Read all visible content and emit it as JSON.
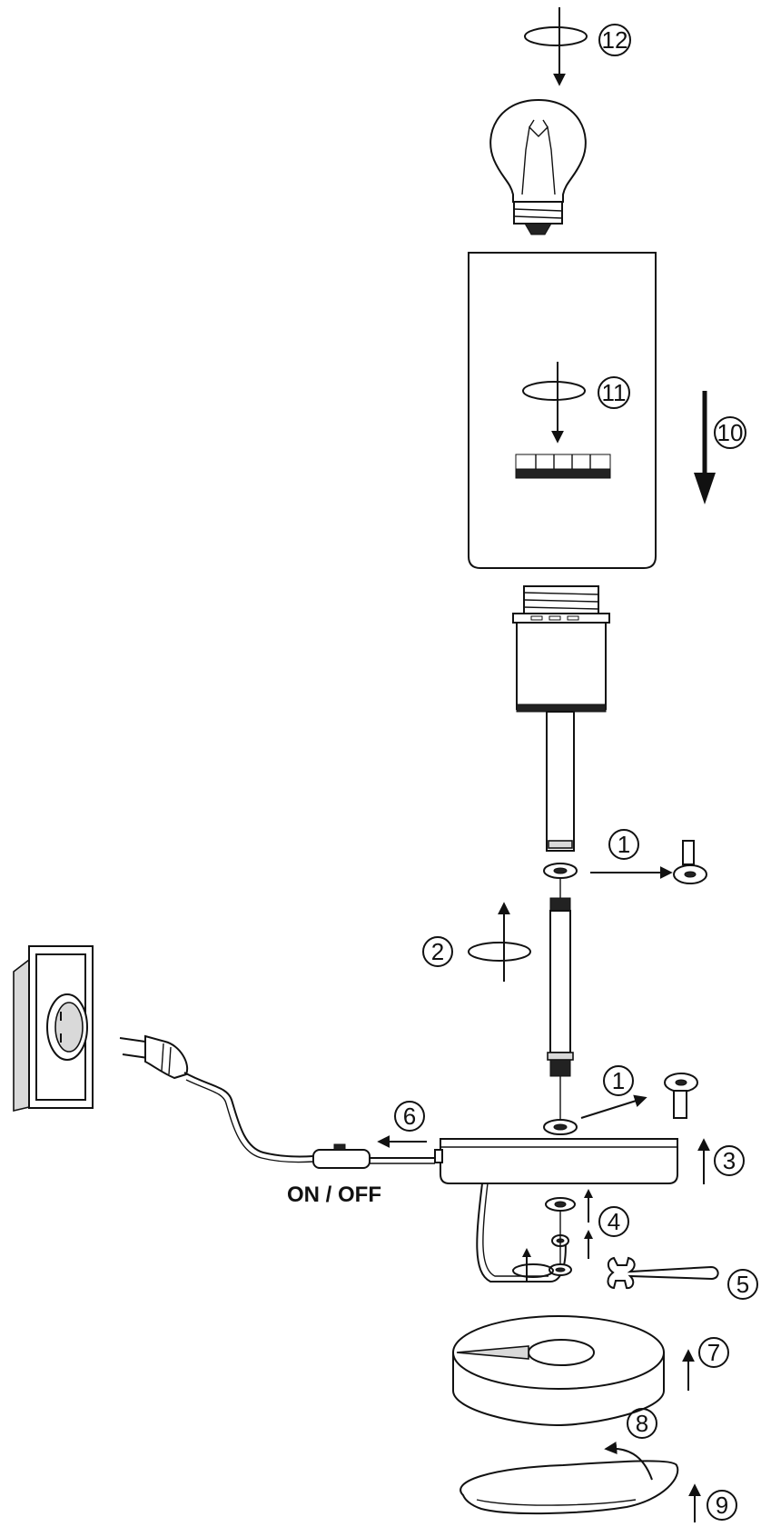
{
  "steps": [
    {
      "id": "s12",
      "label": "12"
    },
    {
      "id": "s11",
      "label": "11"
    },
    {
      "id": "s10",
      "label": "10"
    },
    {
      "id": "s1a",
      "label": "1"
    },
    {
      "id": "s2",
      "label": "2"
    },
    {
      "id": "s1b",
      "label": "1"
    },
    {
      "id": "s6",
      "label": "6"
    },
    {
      "id": "s3",
      "label": "3"
    },
    {
      "id": "s4",
      "label": "4"
    },
    {
      "id": "s5",
      "label": "5"
    },
    {
      "id": "s7",
      "label": "7"
    },
    {
      "id": "s8",
      "label": "8"
    },
    {
      "id": "s9",
      "label": "9"
    }
  ],
  "switch_label": "ON / OFF"
}
